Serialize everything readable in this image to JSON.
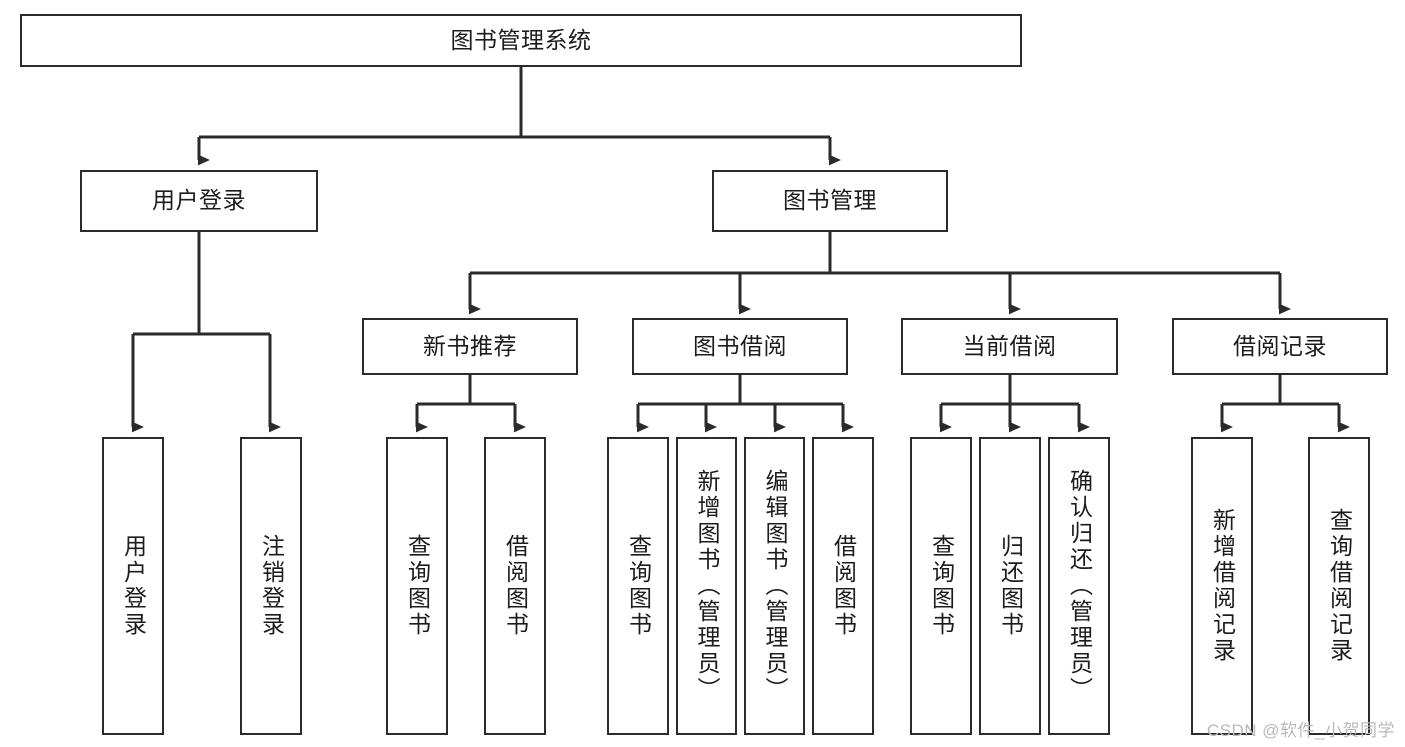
{
  "diagram": {
    "title": "图书管理系统",
    "type": "tree",
    "watermark": "CSDN @软件_小贺同学",
    "colors": {
      "box_border": "#2b2b2b",
      "box_fill": "#ffffff",
      "connector": "#2b2b2b",
      "text": "#1c1c1c",
      "watermark": "#b9b9b9",
      "background": "#ffffff"
    },
    "nodes": {
      "root": {
        "label": "图书管理系统",
        "level": 1,
        "orientation": "horizontal"
      },
      "l2_0": {
        "label": "用户登录",
        "level": 2,
        "orientation": "horizontal"
      },
      "l2_1": {
        "label": "图书管理",
        "level": 2,
        "orientation": "horizontal"
      },
      "l3_0": {
        "label": "新书推荐",
        "level": 3,
        "orientation": "horizontal"
      },
      "l3_1": {
        "label": "图书借阅",
        "level": 3,
        "orientation": "horizontal"
      },
      "l3_2": {
        "label": "当前借阅",
        "level": 3,
        "orientation": "horizontal"
      },
      "l3_3": {
        "label": "借阅记录",
        "level": 3,
        "orientation": "horizontal"
      },
      "leaf_0": {
        "label": "用户登录",
        "level": 4,
        "orientation": "vertical",
        "parent": "用户登录"
      },
      "leaf_1": {
        "label": "注销登录",
        "level": 4,
        "orientation": "vertical",
        "parent": "用户登录"
      },
      "leaf_2": {
        "label": "查询图书",
        "level": 4,
        "orientation": "vertical",
        "parent": "新书推荐"
      },
      "leaf_3": {
        "label": "借阅图书",
        "level": 4,
        "orientation": "vertical",
        "parent": "新书推荐"
      },
      "leaf_4": {
        "label": "查询图书",
        "level": 4,
        "orientation": "vertical",
        "parent": "图书借阅"
      },
      "leaf_5": {
        "label": "新增图书（管理员）",
        "level": 4,
        "orientation": "vertical",
        "parent": "图书借阅"
      },
      "leaf_6": {
        "label": "编辑图书（管理员）",
        "level": 4,
        "orientation": "vertical",
        "parent": "图书借阅"
      },
      "leaf_7": {
        "label": "借阅图书",
        "level": 4,
        "orientation": "vertical",
        "parent": "图书借阅"
      },
      "leaf_8": {
        "label": "查询图书",
        "level": 4,
        "orientation": "vertical",
        "parent": "当前借阅"
      },
      "leaf_9": {
        "label": "归还图书",
        "level": 4,
        "orientation": "vertical",
        "parent": "当前借阅"
      },
      "leaf_10": {
        "label": "确认归还（管理员）",
        "level": 4,
        "orientation": "vertical",
        "parent": "当前借阅"
      },
      "leaf_11": {
        "label": "新增借阅记录",
        "level": 4,
        "orientation": "vertical",
        "parent": "借阅记录"
      },
      "leaf_12": {
        "label": "查询借阅记录",
        "level": 4,
        "orientation": "vertical",
        "parent": "借阅记录"
      }
    }
  }
}
